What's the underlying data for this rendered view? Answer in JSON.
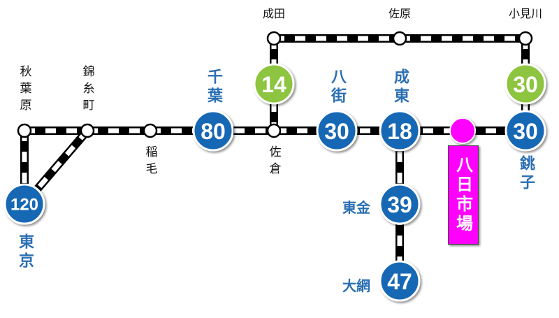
{
  "stations": {
    "akihabara": {
      "name": "秋葉原"
    },
    "kinshicho": {
      "name": "錦糸町"
    },
    "inage": {
      "name": "稲毛"
    },
    "chiba": {
      "name": "千葉",
      "value": "80"
    },
    "sakura": {
      "name": "佐倉"
    },
    "yachimata": {
      "name": "八街",
      "value": "30"
    },
    "naruto": {
      "name": "成東",
      "value": "18"
    },
    "yokaichiba": {
      "name": "八日市場"
    },
    "choshi": {
      "name": "銚子",
      "value": "30"
    },
    "tokyo": {
      "name": "東京",
      "value": "120"
    },
    "togane": {
      "name": "東金",
      "value": "39"
    },
    "oami": {
      "name": "大網",
      "value": "47"
    },
    "narita": {
      "name": "成田"
    },
    "sawara": {
      "name": "佐原"
    },
    "omigawa": {
      "name": "小見川"
    }
  },
  "branch_markers": {
    "narita_sakura": "14",
    "omigawa_choshi": "30"
  },
  "colors": {
    "rail": "#000000",
    "rail_dash": "#ffffff",
    "value_circle": "#1467b5",
    "branch_circle": "#8dc43f",
    "highlight": "#ff00ff",
    "label_blue": "#2b6fb3",
    "label_black": "#111111"
  }
}
